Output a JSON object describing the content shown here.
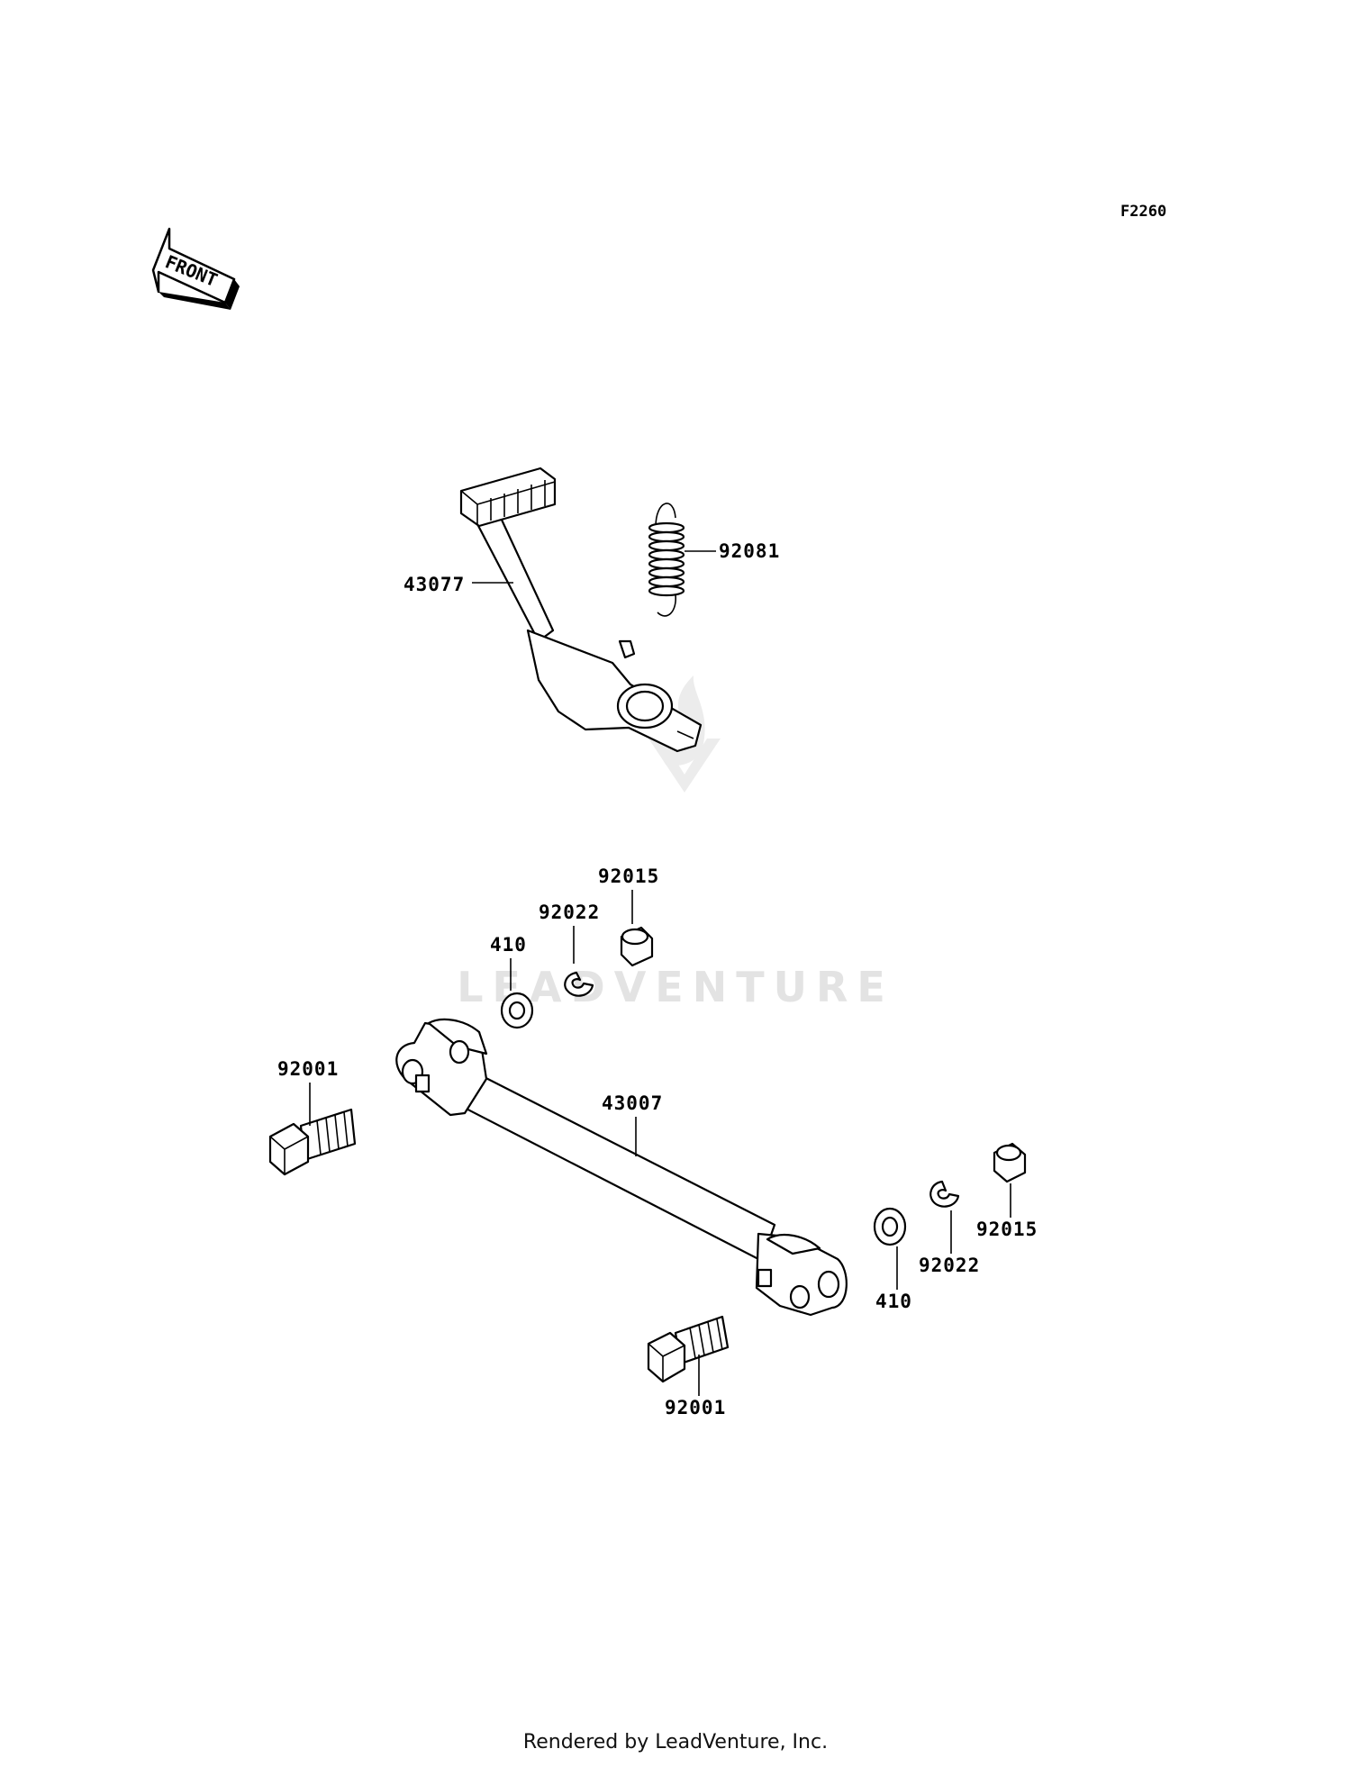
{
  "figure_code": "F2260",
  "front_label": "FRONT",
  "watermark": "LEADVENTURE",
  "footer": "Rendered by LeadVenture, Inc.",
  "parts": {
    "brake_pedal": "43077",
    "return_spring": "92081",
    "rod": "43007",
    "nut_top": "92015",
    "lock_washer_top": "92022",
    "washer_top": "410",
    "bolt_left": "92001",
    "nut_right": "92015",
    "lock_washer_right": "92022",
    "washer_right": "410",
    "bolt_bottom": "92001"
  }
}
